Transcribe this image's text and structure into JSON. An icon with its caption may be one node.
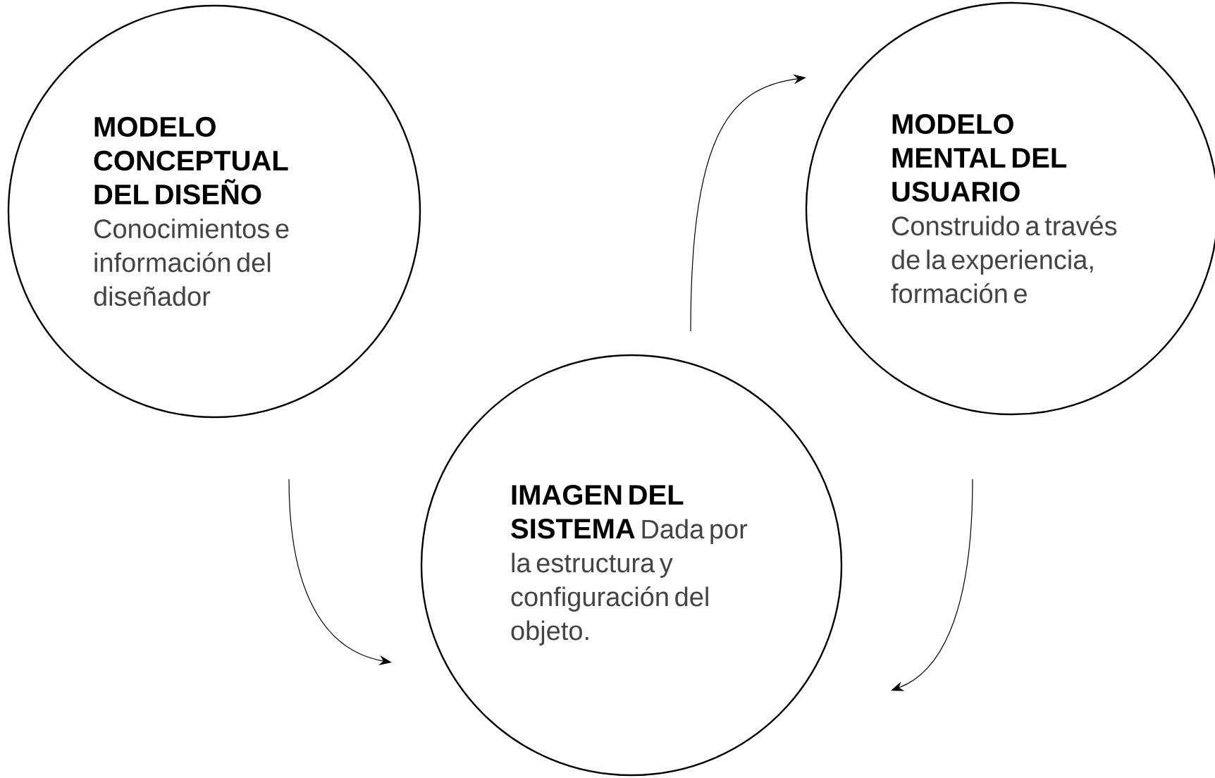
{
  "diagram": {
    "nodes": [
      {
        "text": [
          "MODELO CONCEPTUAL DEL DISEÑO",
          "Conocimientos e información del diseñador"
        ]
      },
      {
        "text": [
          "MODELO MENTAL DEL USUARIO",
          "Construido a través de la experiencia, formación e"
        ]
      },
      {
        "text": [
          "IMAGEN DEL SISTEMA",
          "Dada por la estructura y configuración del objeto."
        ]
      }
    ],
    "edges": [
      {
        "from": 0,
        "to": 2,
        "arrow": "to"
      },
      {
        "from": 2,
        "to": 1,
        "arrow": "to"
      },
      {
        "from": 1,
        "to": 2,
        "arrow": "to"
      }
    ]
  }
}
